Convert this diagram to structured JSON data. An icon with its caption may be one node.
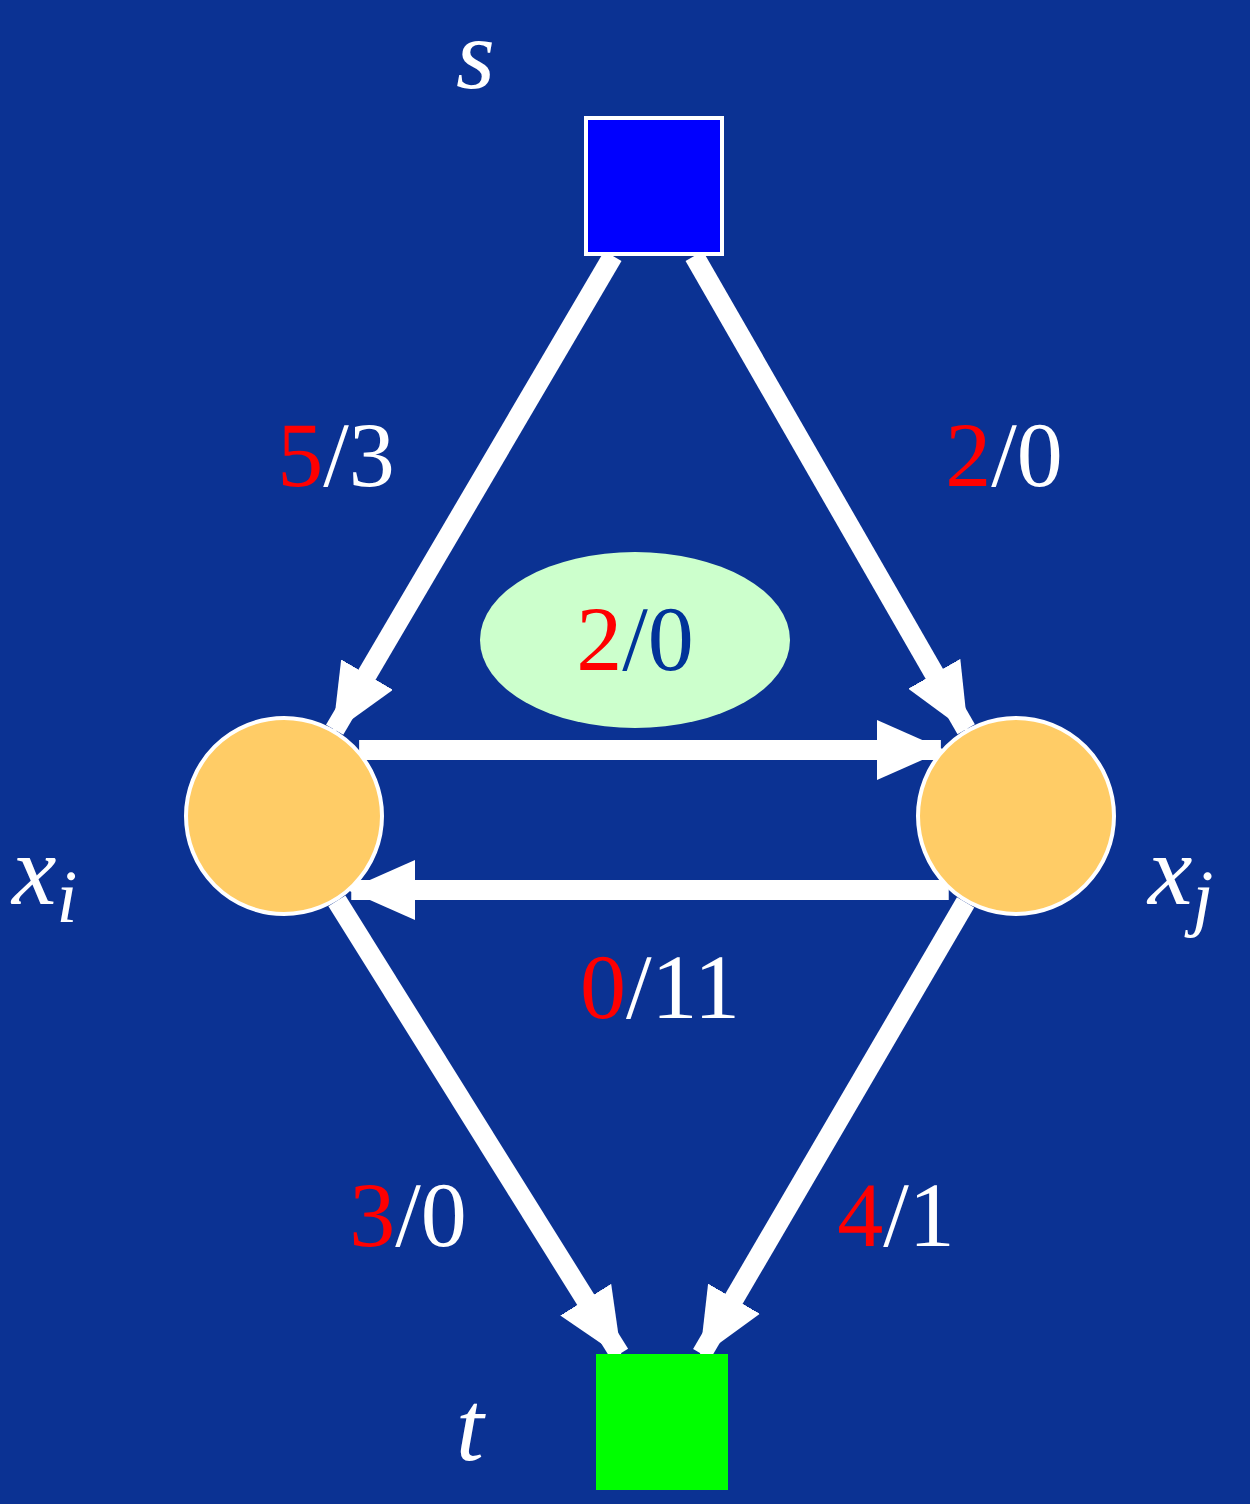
{
  "diagram": {
    "nodes": [
      {
        "text": [
          "s"
        ]
      },
      {
        "text": [
          "x$_{i}$"
        ]
      },
      {
        "text": [
          "x$_{j}$"
        ]
      },
      {
        "text": [
          "t"
        ]
      },
      {
        "text": [
          "2/0"
        ]
      }
    ],
    "edges": [
      {
        "from": 0,
        "to": 1,
        "arrow": "to",
        "label": "5/3"
      },
      {
        "from": 0,
        "to": 2,
        "arrow": "to",
        "label": "2/0"
      },
      {
        "from": 1,
        "to": 2,
        "arrow": "to"
      },
      {
        "from": 2,
        "to": 1,
        "arrow": "to",
        "label": "0/11"
      },
      {
        "from": 1,
        "to": 3,
        "arrow": "to",
        "label": "3/0"
      },
      {
        "from": 2,
        "to": 3,
        "arrow": "to",
        "label": "4/1"
      }
    ]
  }
}
